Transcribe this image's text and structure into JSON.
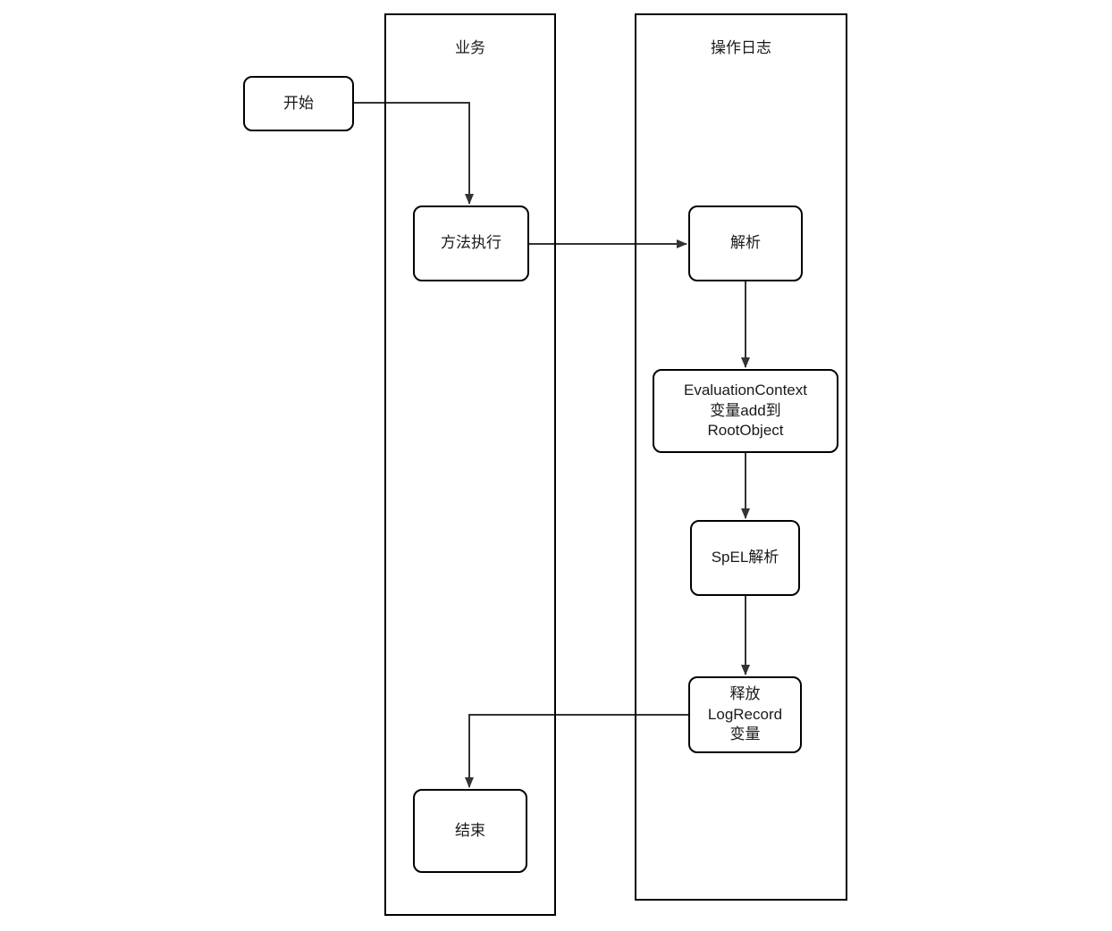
{
  "diagram": {
    "lanes": [
      {
        "id": "business",
        "label": "业务"
      },
      {
        "id": "operation-log",
        "label": "操作日志"
      }
    ],
    "nodes": {
      "start": {
        "label": "开始"
      },
      "method": {
        "label": "方法执行"
      },
      "parse": {
        "label": "解析"
      },
      "eval": {
        "label": "EvaluationContext\n变量add到\nRootObject"
      },
      "spel": {
        "label": "SpEL解析"
      },
      "release": {
        "label": "释放\nLogRecord\n变量"
      },
      "end": {
        "label": "结束"
      }
    },
    "edges": [
      {
        "from": "start",
        "to": "method"
      },
      {
        "from": "method",
        "to": "parse"
      },
      {
        "from": "parse",
        "to": "eval"
      },
      {
        "from": "eval",
        "to": "spel"
      },
      {
        "from": "spel",
        "to": "release"
      },
      {
        "from": "release",
        "to": "end"
      }
    ],
    "colors": {
      "background": "#ffffff",
      "node_fill": "#ffffff",
      "node_border": "#000000",
      "connector": "#333333",
      "text": "#1a1a1a"
    }
  }
}
